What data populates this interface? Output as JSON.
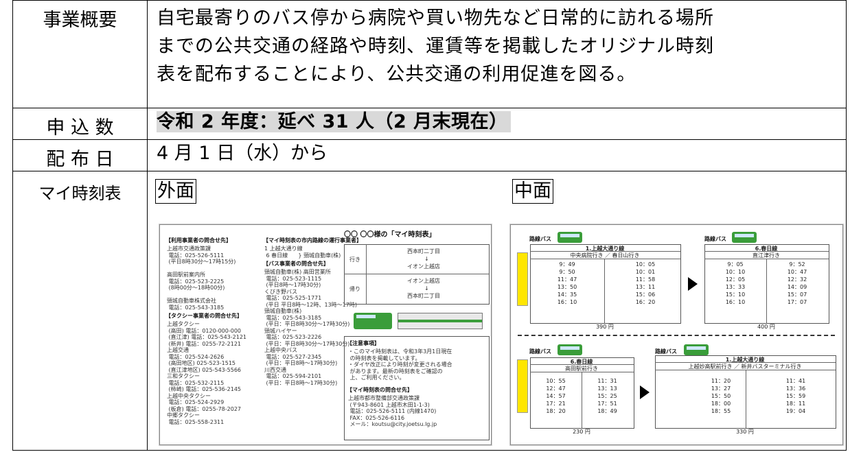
{
  "rows": [
    {
      "label": "事業概要",
      "lines": [
        "自宅最寄りのバス停から病院や買い物先など日常的に訪れる場所",
        "までの公共交通の経路や時刻、運賃等を掲載したオリジナル時刻",
        "表を配布することにより、公共交通の利用促進を図る。"
      ]
    },
    {
      "label": "申 込 数",
      "value": "令和 2 年度：延べ 31 人（2 月末現在）"
    },
    {
      "label": "配 布 日",
      "value": "4 月 1 日（水）から"
    },
    {
      "label": "マイ時刻表",
      "outer_label": "外面",
      "inner_label": "中面"
    }
  ],
  "outer_sheet": {
    "title": "〇〇 〇〇様の「マイ時刻表」",
    "dest_out_label": "行き",
    "dest_out": [
      "西本町二丁目",
      "↓",
      "イオン上越店"
    ],
    "dest_back_label": "帰り",
    "dest_back": [
      "イオン上越店",
      "↓",
      "西本町二丁目"
    ],
    "sec1_title": "【利用事業者の問合せ先】",
    "sec2_title": "【マイ時刻表の市内路線の運行事業者】",
    "sec3_title": "【バス事業者の問合せ先】",
    "sec4_title": "【タクシー事業者の問合せ先】",
    "sec5_title": "【注意事項】",
    "sec6_title": "【マイ時刻表の問合せ先】"
  },
  "inner_sheet": {
    "bus_label": "路線バス",
    "panel1_title": "1.上越大通り線",
    "panel1_sub": "中央病院行き ／ 春日山行き",
    "panel2_title": "6.春日線",
    "panel2_sub": "直江津行き",
    "panel3_title": "6.春日線",
    "panel3_sub": "高田駅前行き",
    "panel4_title": "1.上越大通り線",
    "panel4_sub": "上越妙高駅前行き ／ 新井バスターミナル行き",
    "times_a1": [
      "9：49",
      "9：50",
      "11：47",
      "13：50",
      "14：35",
      "16：10"
    ],
    "times_a2": [
      "10：05",
      "10：01",
      "11：58",
      "13：11",
      "15：06",
      "16：20"
    ],
    "times_b1": [
      "9：05",
      "10：10",
      "12：05",
      "13：33",
      "15：10",
      "16：10"
    ],
    "times_b2": [
      "9：52",
      "10：47",
      "12：32",
      "14：09",
      "15：07",
      "17：07"
    ],
    "times_c1": [
      "10：55",
      "12：47",
      "14：57",
      "17：21",
      "18：20"
    ],
    "times_c2": [
      "11：31",
      "13：13",
      "15：25",
      "17：51",
      "18：49"
    ],
    "times_d1": [
      "11：20",
      "13：27",
      "15：50",
      "18：00",
      "18：55"
    ],
    "times_d2": [
      "11：41",
      "13：36",
      "15：59",
      "18：11",
      "19：04"
    ],
    "fare1": "390 円",
    "fare2": "400 円",
    "fare3": "230 円",
    "fare4": "330 円"
  }
}
